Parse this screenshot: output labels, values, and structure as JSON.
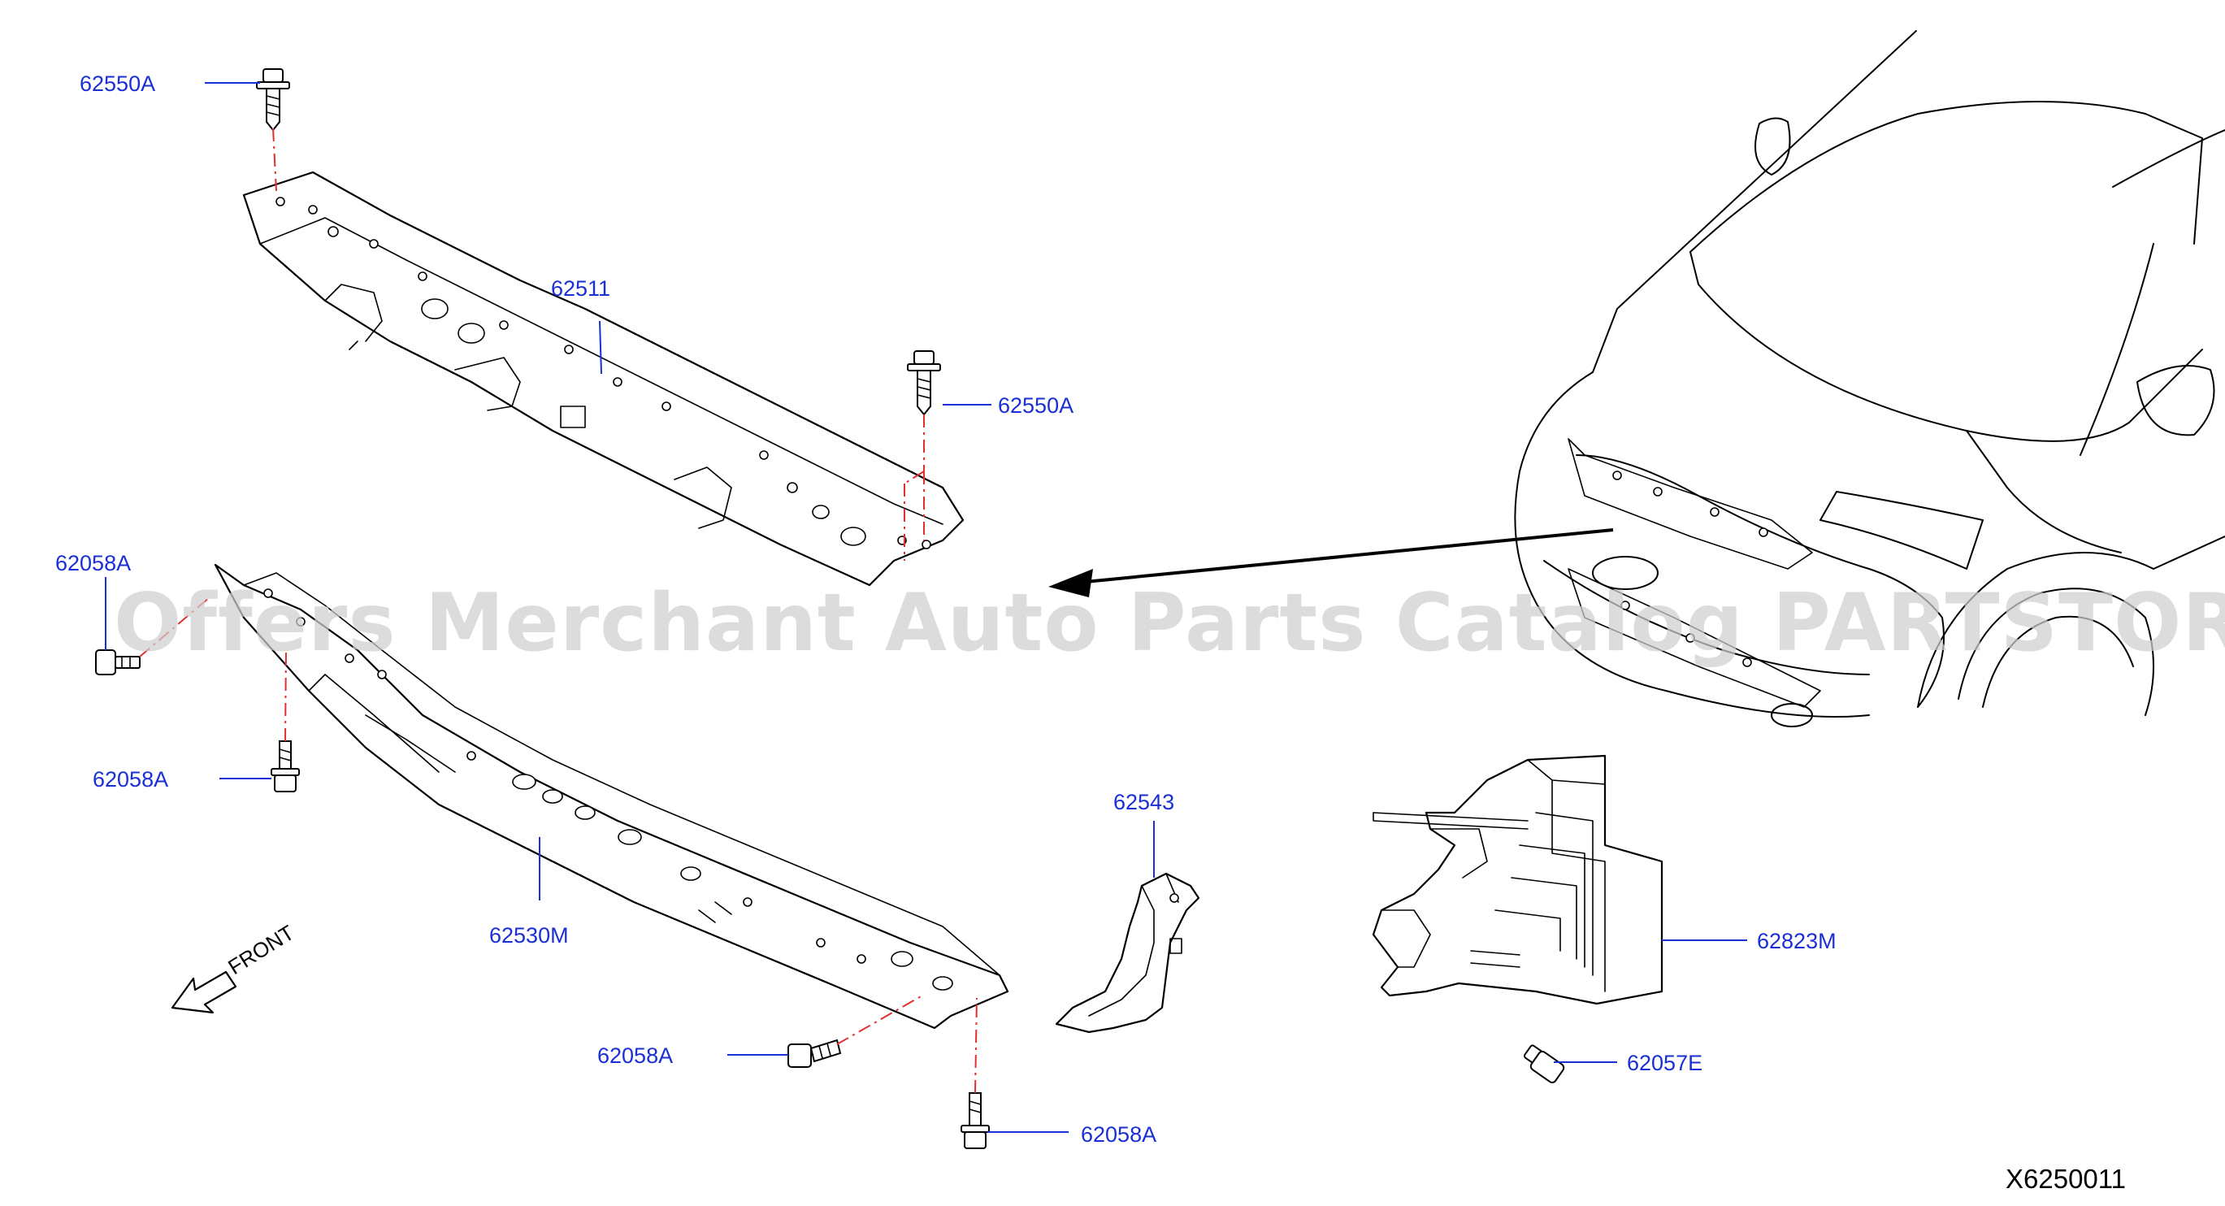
{
  "diagram": {
    "reference_code": "X6250011",
    "watermark": "Offers Merchant Auto Parts Catalog PARTSTORE.SA",
    "direction_label": "FRONT",
    "parts": {
      "bolt_top_left": "62550A",
      "upper_support": "62511",
      "bolt_top_right": "62550A",
      "screw_left_upper": "62058A",
      "screw_left_lower": "62058A",
      "lower_support": "62530M",
      "screw_bottom_mid": "62058A",
      "screw_bottom": "62058A",
      "bracket": "62543",
      "air_guide": "62823M",
      "clip": "62057E"
    }
  }
}
